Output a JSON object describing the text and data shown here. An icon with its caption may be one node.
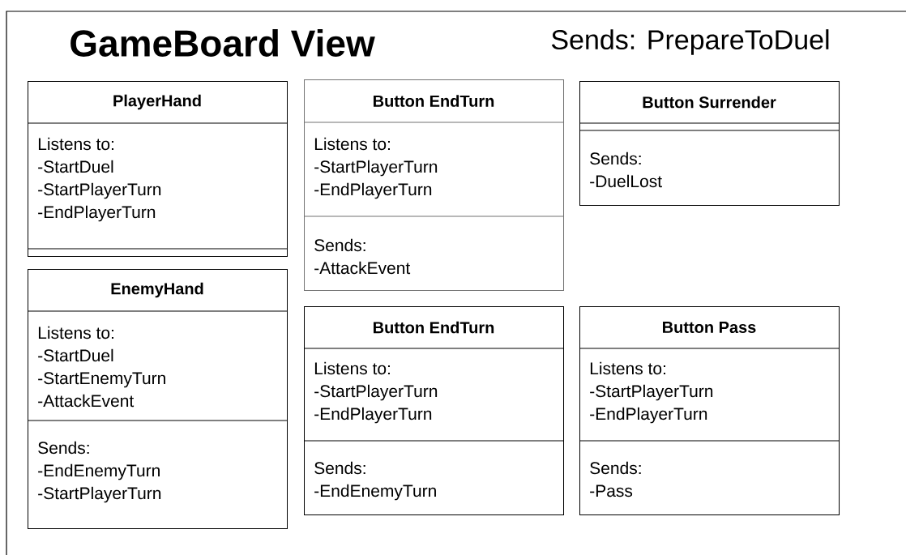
{
  "diagram": {
    "nodes": [
      {
        "text": [
          "GameBoard View",
          "Sends: PrepareToDuel"
        ]
      },
      {
        "text": [
          "PlayerHand",
          "Listens to:",
          "-StartDuel",
          "-StartPlayerTurn",
          "-EndPlayerTurn"
        ],
        "in": 0
      },
      {
        "text": [
          "Button EndTurn",
          "Listens to:",
          "-StartPlayerTurn",
          "-EndPlayerTurn",
          "Sends:",
          "-AttackEvent"
        ],
        "in": 0
      },
      {
        "text": [
          "Button Surrender",
          "Sends:",
          "-DuelLost"
        ],
        "in": 0
      },
      {
        "text": [
          "EnemyHand",
          "Listens to:",
          "-StartDuel",
          "-StartEnemyTurn",
          "-AttackEvent",
          "Sends:",
          "-EndEnemyTurn",
          "-StartPlayerTurn"
        ],
        "in": 0
      },
      {
        "text": [
          "Button EndTurn",
          "Listens to:",
          "-StartPlayerTurn",
          "-EndPlayerTurn",
          "Sends:",
          "-EndEnemyTurn"
        ],
        "in": 0
      },
      {
        "text": [
          "Button Pass",
          "Listens to:",
          "-StartPlayerTurn",
          "-EndPlayerTurn",
          "Sends:",
          "-Pass"
        ],
        "in": 0
      }
    ]
  }
}
